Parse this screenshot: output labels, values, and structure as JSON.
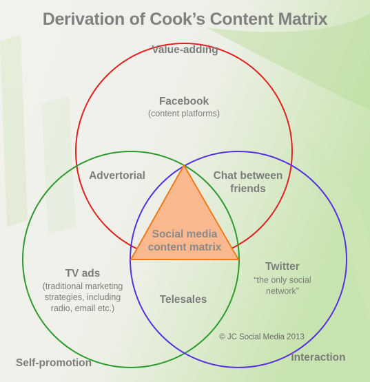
{
  "title": "Derivation of Cook’s Content Matrix",
  "circles": {
    "value_adding": {
      "label": "Value-adding",
      "color": "#e02020"
    },
    "self_promotion": {
      "label": "Self-promotion",
      "color": "#2e9a2e"
    },
    "interaction": {
      "label": "Interaction",
      "color": "#5530e0"
    }
  },
  "regions": {
    "facebook": {
      "title": "Facebook",
      "subtitle": "(content platforms)"
    },
    "advertorial": {
      "title": "Advertorial"
    },
    "chat": {
      "title_line1": "Chat between",
      "title_line2": "friends"
    },
    "center": {
      "line1": "Social media",
      "line2": "content matrix"
    },
    "tv_ads": {
      "title": "TV ads",
      "line1": "(traditional marketing",
      "line2": "strategies, including",
      "line3": "radio, email etc.)"
    },
    "twitter": {
      "title": "Twitter",
      "line1": "“the only social",
      "line2": "network”"
    },
    "telesales": {
      "title": "Telesales"
    }
  },
  "copyright": "© JC Social Media 2013",
  "colors": {
    "triangle_fill": "#f9b88e",
    "triangle_stroke": "#f07a18",
    "text": "#7c7c7c"
  }
}
